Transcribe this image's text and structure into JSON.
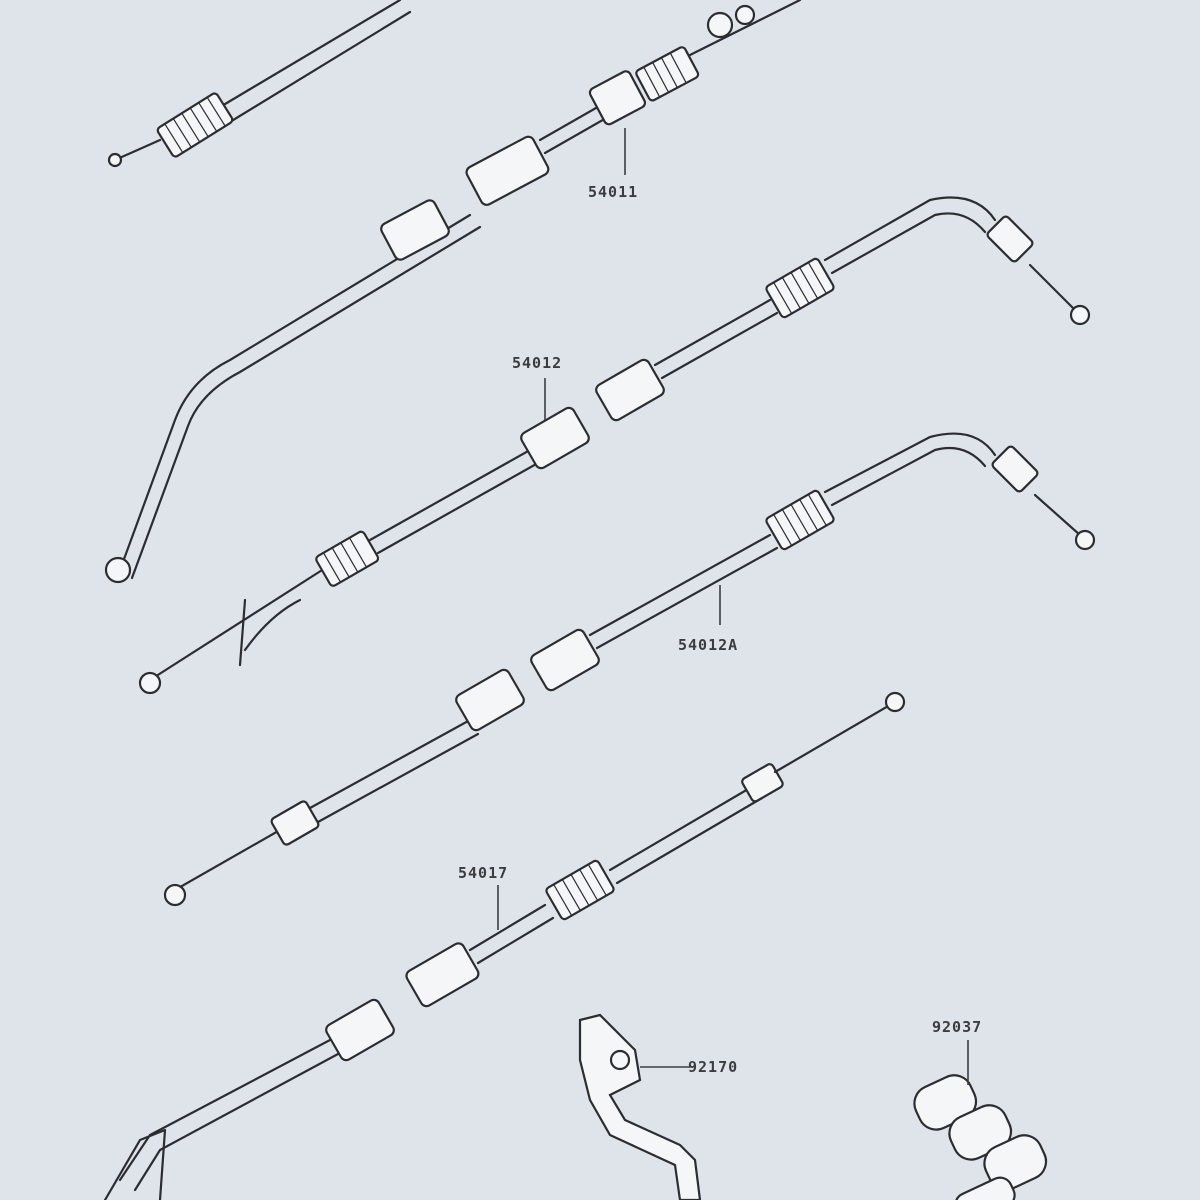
{
  "colors": {
    "background": "#dfe4ea",
    "line": "#2b2d31",
    "label": "#3a3c40"
  },
  "labels": {
    "part_54011": "54011",
    "part_54012": "54012",
    "part_54012a": "54012A",
    "part_54017": "54017",
    "part_92170": "92170",
    "part_92037": "92037"
  }
}
